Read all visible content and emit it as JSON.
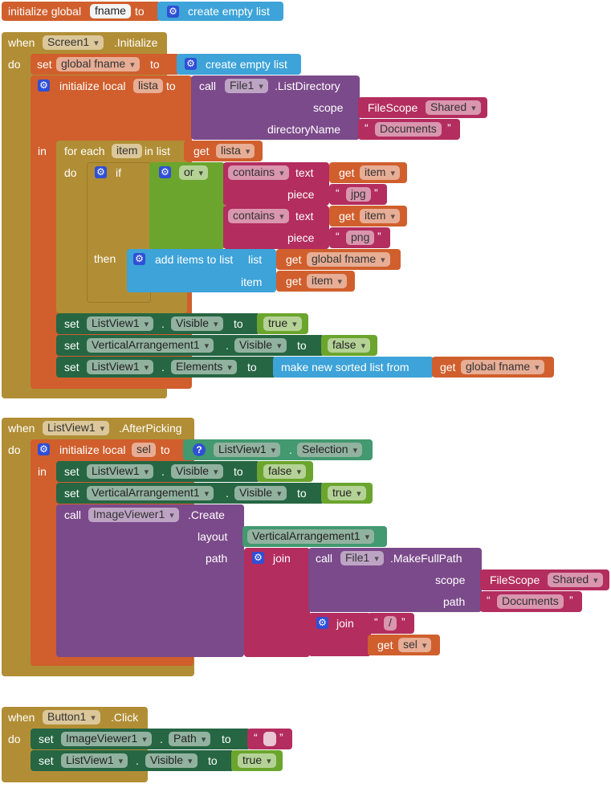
{
  "global_init": {
    "keyword": "initialize global",
    "name": "fname",
    "to": "to",
    "value": "create empty list"
  },
  "screen_init": {
    "when": "when",
    "component": "Screen1",
    "event": ".Initialize",
    "do": "do",
    "in": "in",
    "set_global": {
      "set": "set",
      "var": "global fname",
      "to": "to",
      "value": "create empty list"
    },
    "local": {
      "keyword": "initialize local",
      "name": "lista",
      "to": "to"
    },
    "list_dir": {
      "call": "call",
      "component": "File1",
      "method": ".ListDirectory",
      "scope_label": "scope",
      "scope_type": "FileScope",
      "scope_value": "Shared",
      "dir_label": "directoryName",
      "dir_value": "Documents"
    },
    "foreach": {
      "label": "for each",
      "var": "item",
      "in_list": "in list",
      "get": "get",
      "list": "lista",
      "do": "do"
    },
    "if": {
      "if": "if",
      "or": "or",
      "then": "then",
      "contains": "contains",
      "text": "text",
      "piece": "piece",
      "get": "get",
      "item": "item",
      "piece1": "jpg",
      "piece2": "png"
    },
    "add_items": {
      "label": "add items to list",
      "list_label": "list",
      "item_label": "item",
      "get": "get",
      "list_var": "global fname",
      "item_var": "item"
    },
    "set1": {
      "set": "set",
      "component": "ListView1",
      "dot": ".",
      "prop": "Visible",
      "to": "to",
      "value": "true"
    },
    "set2": {
      "set": "set",
      "component": "VerticalArrangement1",
      "dot": ".",
      "prop": "Visible",
      "to": "to",
      "value": "false"
    },
    "set3": {
      "set": "set",
      "component": "ListView1",
      "dot": ".",
      "prop": "Elements",
      "to": "to",
      "value": "make new sorted list from",
      "get": "get",
      "var": "global fname"
    }
  },
  "after_picking": {
    "when": "when",
    "component": "ListView1",
    "event": ".AfterPicking",
    "do": "do",
    "in": "in",
    "local": {
      "keyword": "initialize local",
      "name": "sel",
      "to": "to",
      "component": "ListView1",
      "dot": ".",
      "prop": "Selection"
    },
    "set1": {
      "set": "set",
      "component": "ListView1",
      "dot": ".",
      "prop": "Visible",
      "to": "to",
      "value": "false"
    },
    "set2": {
      "set": "set",
      "component": "VerticalArrangement1",
      "dot": ".",
      "prop": "Visible",
      "to": "to",
      "value": "true"
    },
    "create": {
      "call": "call",
      "component": "ImageViewer1",
      "method": ".Create",
      "layout_label": "layout",
      "layout_value": "VerticalArrangement1",
      "path_label": "path",
      "join": "join"
    },
    "full_path": {
      "call": "call",
      "component": "File1",
      "method": ".MakeFullPath",
      "scope_label": "scope",
      "scope_type": "FileScope",
      "scope_value": "Shared",
      "path_label": "path",
      "path_value": "Documents"
    },
    "join2": {
      "join": "join",
      "sep": "/",
      "get": "get",
      "var": "sel"
    }
  },
  "button_click": {
    "when": "when",
    "component": "Button1",
    "event": ".Click",
    "do": "do",
    "set1": {
      "set": "set",
      "component": "ImageViewer1",
      "dot": ".",
      "prop": "Path",
      "to": "to",
      "value": ""
    },
    "set2": {
      "set": "set",
      "component": "ListView1",
      "dot": ".",
      "prop": "Visible",
      "to": "to",
      "value": "true"
    }
  },
  "colors": {
    "event": "#b18e35",
    "variable": "#d05f2d",
    "list": "#3da3d8",
    "file": "#7b4a8a",
    "text": "#b32d5e",
    "control": "#b18e35",
    "logic": "#6ba52d",
    "component": "#266643"
  }
}
